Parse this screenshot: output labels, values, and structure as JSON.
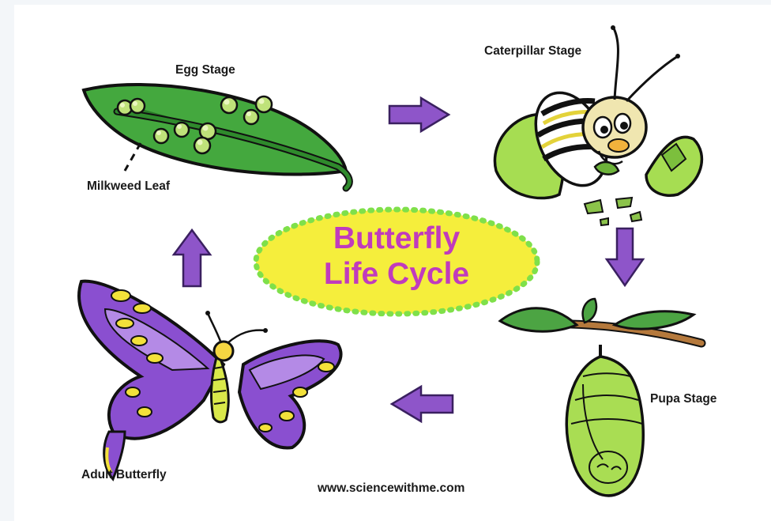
{
  "title": {
    "line1": "Butterfly",
    "line2": "Life Cycle"
  },
  "stages": {
    "egg": "Egg Stage",
    "leaf": "Milkweed Leaf",
    "caterpillar": "Caterpillar Stage",
    "pupa": "Pupa Stage",
    "adult": "Adult Butterfly"
  },
  "credit": "www.sciencewithme.com",
  "colors": {
    "title_text": "#c03bbd",
    "title_oval_fill": "#f5ee3c",
    "title_oval_border": "#7fe04a",
    "arrow_fill": "#8e55c9",
    "leaf_green": "#3fa63a",
    "butterfly_purple": "#8a4fd0",
    "spots_yellow": "#f3e13a",
    "pupa_green": "#a9dd53"
  }
}
